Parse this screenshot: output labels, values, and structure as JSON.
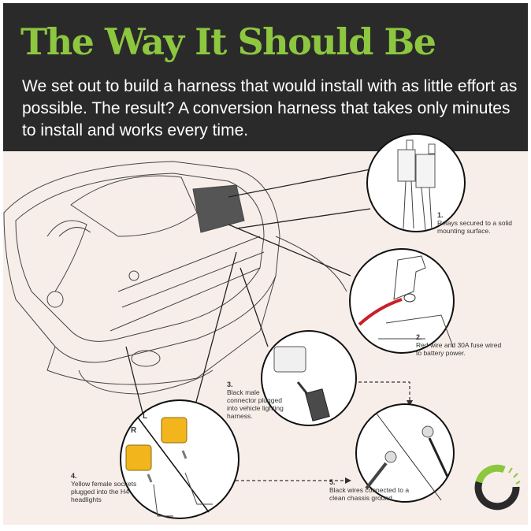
{
  "header": {
    "title": "The Way It Should Be",
    "intro": "We set out to build a harness that would install with as little effort as possible. The result? A conversion harness that takes only minutes to install and works every time."
  },
  "steps": [
    {
      "number": "1.",
      "text": "Relays secured to a solid mounting surface."
    },
    {
      "number": "2.",
      "text": "Red wire and 30A fuse wired to battery power."
    },
    {
      "number": "3.",
      "text": "Black male connector plugged into vehicle lighting harness."
    },
    {
      "number": "4.",
      "text": "Yellow female sockets plugged into the H4 headlights"
    },
    {
      "number": "5.",
      "text": "Black wires connected to a clean chassis ground."
    }
  ],
  "side_labels": {
    "right": "R",
    "left": "L"
  },
  "colors": {
    "header_bg": "#2a2a2a",
    "title": "#8dc63f",
    "canvas": "#f8eee9",
    "red_wire": "#c8202a",
    "yellow_socket": "#f2b51c"
  }
}
